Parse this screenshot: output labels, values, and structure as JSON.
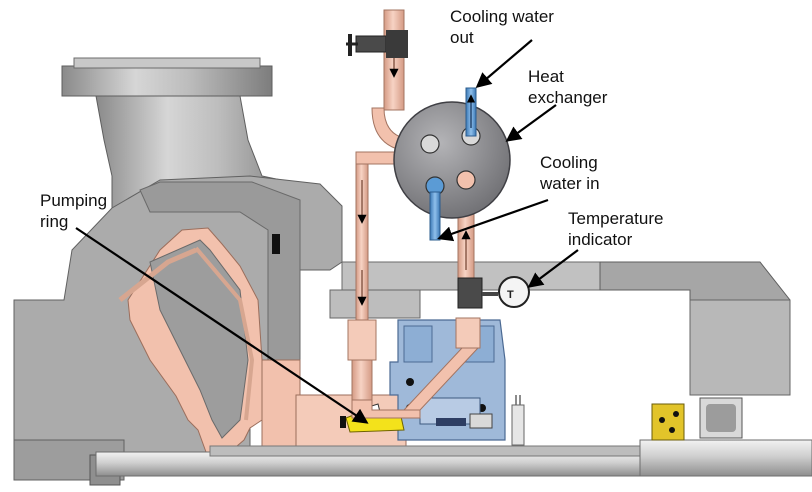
{
  "labels": {
    "cooling_water_out": [
      "Cooling water",
      "out"
    ],
    "heat_exchanger": [
      "Heat",
      "exchanger"
    ],
    "cooling_water_in": [
      "Cooling",
      "water in"
    ],
    "temperature_indicator": [
      "Temperature",
      "indicator"
    ],
    "pumping_ring": [
      "Pumping",
      "ring"
    ]
  },
  "colors": {
    "casing_grey": "#a9a9a9",
    "casing_dark": "#8a8a8a",
    "seal_water_pink": "#f2c1ad",
    "seal_chamber_blue": "#9fb9d9",
    "cooling_water_blue": "#5b9bd5",
    "heat_exchanger_grey": "#8d8d90",
    "pumping_ring_yellow": "#f3e21b",
    "shaft_grey": "#c9c9c9"
  },
  "icons": {
    "valve": "valve-handwheel-icon",
    "gauge": "temperature-gauge-icon"
  }
}
